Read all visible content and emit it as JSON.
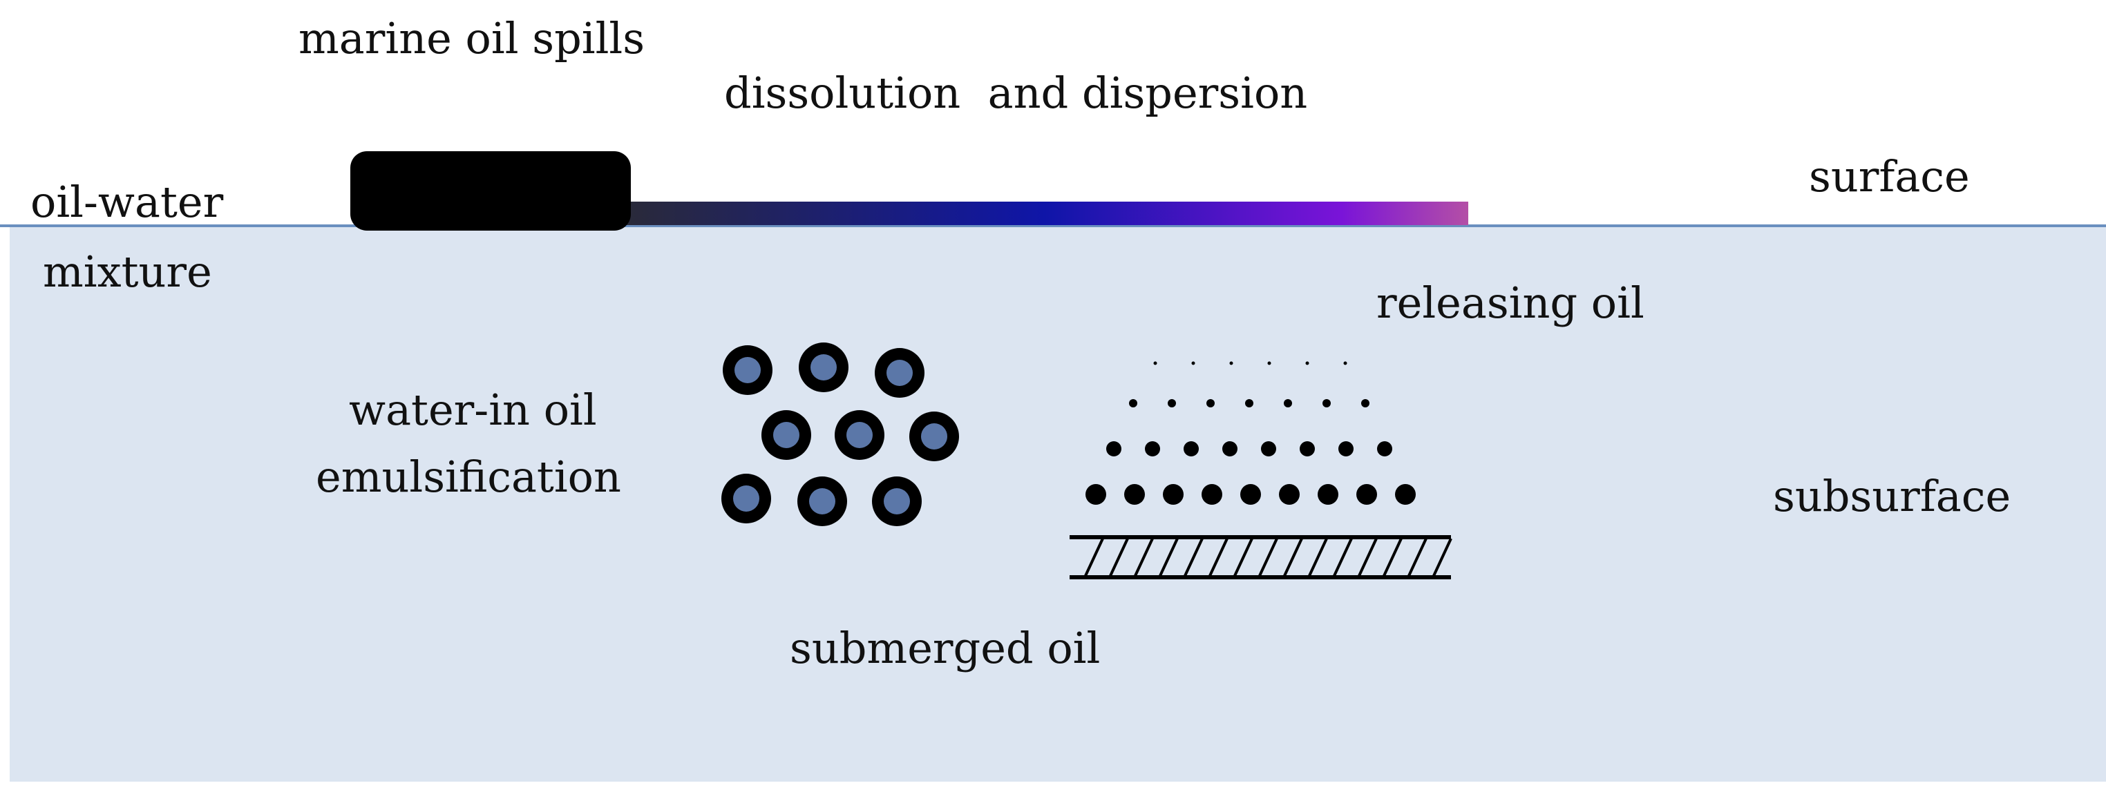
{
  "labels": {
    "marine_oil_spills": "marine oil spills",
    "dissolution_dispersion": "dissolution  and dispersion",
    "oil_water": "oil-water",
    "mixture": "mixture",
    "surface": "surface",
    "releasing_oil": "releasing oil",
    "water_in_oil": "water-in oil",
    "emulsification": "emulsification",
    "subsurface": "subsurface",
    "submerged_oil": "submerged oil"
  },
  "colors": {
    "water": "#dce5f1",
    "surface_line": "#6a8fbf",
    "oil": "#000000",
    "droplet_core": "#5b77a8",
    "gradient_start": "#2a2a38",
    "gradient_mid": "#0f15a8",
    "gradient_violet": "#7a14d8",
    "gradient_end": "#b44fa6"
  },
  "icons": {
    "oil_slick": "oil-slick-icon",
    "droplet": "emulsion-droplet-icon",
    "seabed": "seabed-hatch-icon"
  }
}
